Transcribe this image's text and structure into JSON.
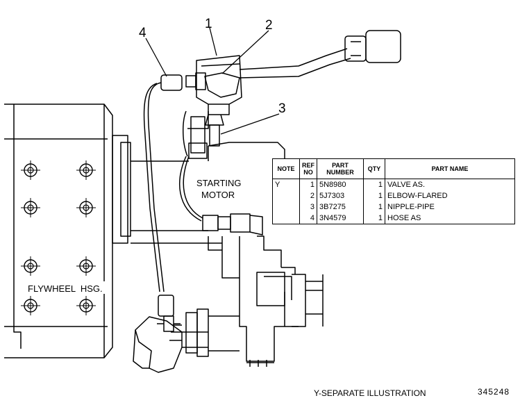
{
  "callouts": [
    "1",
    "2",
    "3",
    "4"
  ],
  "labels": {
    "starting_motor_line1": "STARTING",
    "starting_motor_line2": "MOTOR",
    "flywheel_housing": "FLYWHEEL  HSG."
  },
  "table": {
    "headers": {
      "note": "NOTE",
      "ref_no": [
        "REF",
        "NO"
      ],
      "part_number": [
        "PART",
        "NUMBER"
      ],
      "qty": "QTY",
      "part_name": "PART NAME"
    },
    "rows": [
      {
        "note": "Y",
        "ref": "1",
        "part_number": "5N8980",
        "qty": "1",
        "name": "VALVE AS."
      },
      {
        "note": "",
        "ref": "2",
        "part_number": "5J7303",
        "qty": "1",
        "name": "ELBOW-FLARED"
      },
      {
        "note": "",
        "ref": "3",
        "part_number": "3B7275",
        "qty": "1",
        "name": "NIPPLE-PIPE"
      },
      {
        "note": "",
        "ref": "4",
        "part_number": "3N4579",
        "qty": "1",
        "name": "HOSE AS"
      }
    ]
  },
  "footer": {
    "caption": "Y-SEPARATE ILLUSTRATION",
    "number": "345248"
  }
}
